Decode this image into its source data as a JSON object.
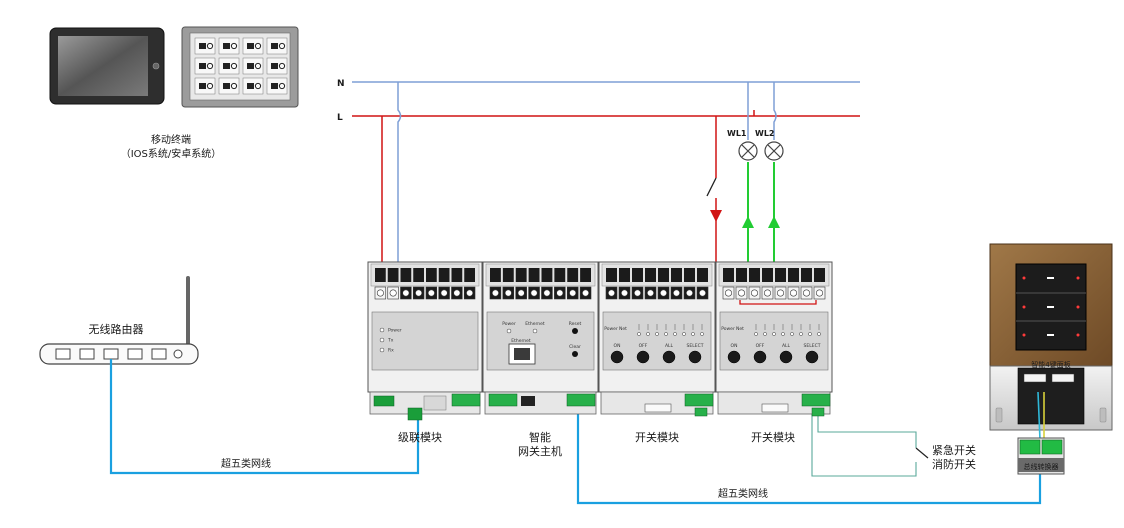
{
  "lines": {
    "neutral": "N",
    "live": "L",
    "neutral_color": "#7f9fd6",
    "live_color": "#d11414",
    "signal_color": "#22cc33",
    "network_color": "#1aa0e0"
  },
  "terminal": {
    "caption": "移动终端",
    "caption_sub": "（IOS系统/安卓系统）"
  },
  "router": {
    "label": "无线路由器"
  },
  "lamps": [
    {
      "label": "WL1"
    },
    {
      "label": "WL2"
    }
  ],
  "modules": [
    {
      "label": "级联模块",
      "leds": [
        "Power",
        "Tx",
        "Rx"
      ]
    },
    {
      "label": "智能",
      "label2": "网关主机",
      "top_labels": [
        "Power",
        "Ethernet",
        "Reset"
      ],
      "port_label": "Ethernet",
      "clear_label": "Clear"
    },
    {
      "label": "开关模块",
      "buttons": [
        "ON",
        "OFF",
        "ALL",
        "SELECT"
      ],
      "leds": [
        "Power",
        "Net"
      ]
    },
    {
      "label": "开关模块",
      "buttons": [
        "ON",
        "OFF",
        "ALL",
        "SELECT"
      ],
      "leds": [
        "Power",
        "Net"
      ]
    }
  ],
  "emergency": {
    "line1": "紧急开关",
    "line2": "消防开关"
  },
  "panel": {
    "label": "智能4键面板"
  },
  "bus_converter": {
    "label": "总线转换器"
  },
  "cables": {
    "left": "超五类网线",
    "bottom": "超五类网线"
  }
}
